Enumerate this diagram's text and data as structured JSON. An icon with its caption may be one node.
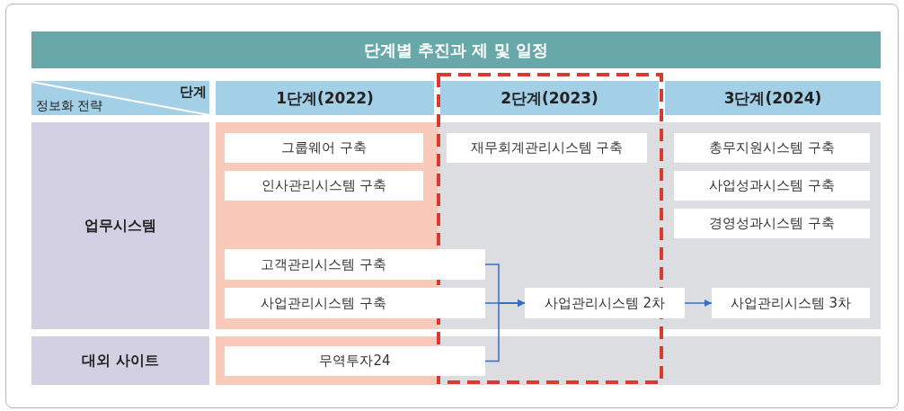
{
  "diagram": {
    "title": "단계별 추진과 제 및 일정",
    "nodes": [
      {
        "text": [
          "그룹웨어 구축"
        ]
      },
      {
        "text": [
          "인사관리시스템 구축"
        ]
      },
      {
        "text": [
          "고객관리시스템 구축"
        ]
      },
      {
        "text": [
          "사업관리시스템 구축"
        ]
      },
      {
        "text": [
          "무역투자24"
        ]
      },
      {
        "text": [
          "재무회계관리시스템 구축"
        ]
      },
      {
        "text": [
          "사업관리시스템 2차"
        ]
      },
      {
        "text": [
          "총무지원시스템 구축"
        ]
      },
      {
        "text": [
          "사업성과시스템 구축"
        ]
      },
      {
        "text": [
          "경영성과시스템 구축"
        ]
      },
      {
        "text": [
          "사업관리시스템 3차"
        ]
      }
    ],
    "edges": [
      {
        "from": 2,
        "to": 6,
        "arrow": "to"
      },
      {
        "from": 3,
        "to": 6,
        "arrow": "to"
      },
      {
        "from": 4,
        "to": 6,
        "arrow": "to"
      },
      {
        "from": 6,
        "to": 10,
        "arrow": "to"
      }
    ],
    "labels": [
      "정보화 전략",
      "단계",
      "1단계(2022)",
      "2단계(2023)",
      "3단계(2024)",
      "업무시스템",
      "대외 사이트"
    ]
  }
}
